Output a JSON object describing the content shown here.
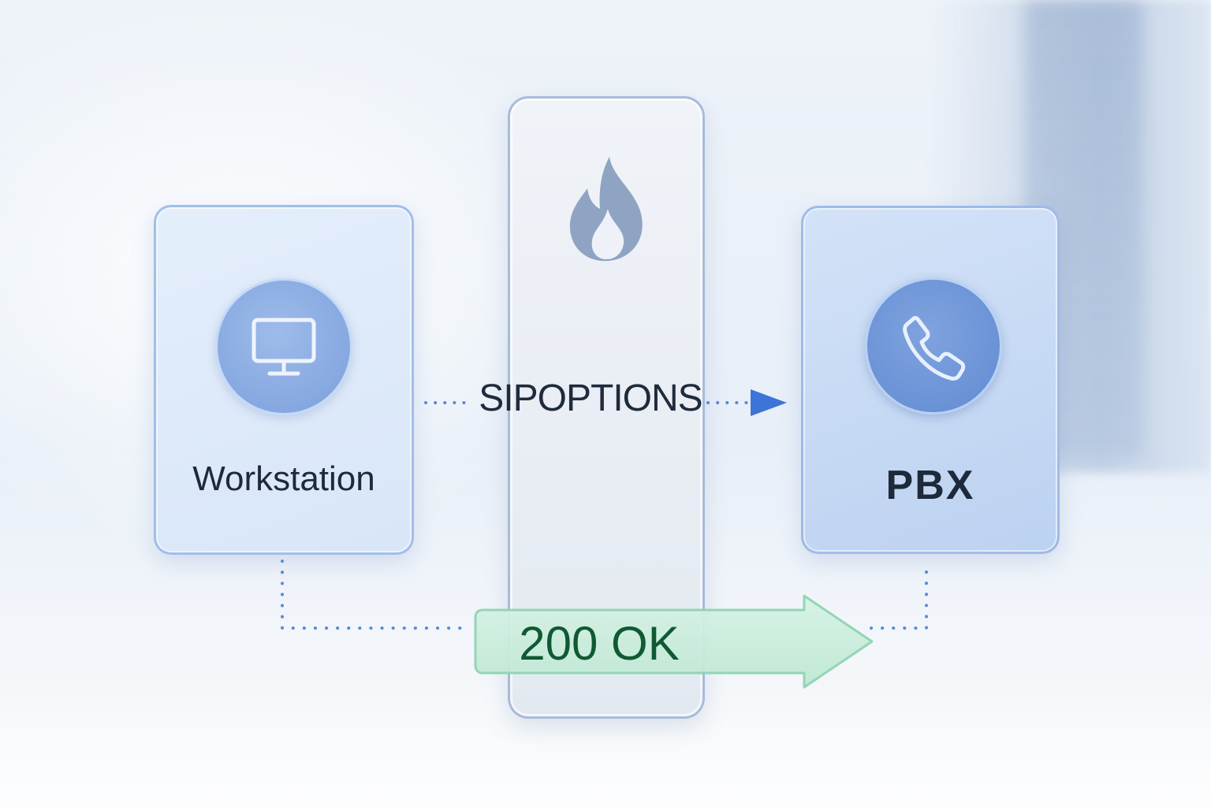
{
  "nodes": {
    "workstation": {
      "label": "Workstation",
      "icon": "monitor-icon"
    },
    "firewall": {
      "icon": "flame-icon"
    },
    "pbx": {
      "label": "PBX",
      "icon": "phone-icon"
    }
  },
  "messages": {
    "request": {
      "label": "SIPOPTIONS",
      "color": "#3d74d8"
    },
    "response": {
      "label": "200 OK",
      "color": "#1f7a47"
    }
  },
  "colors": {
    "card_border": "#96b6e6",
    "connector": "#5a8ad6",
    "ok_fill": "#c9ecdc",
    "text_dark": "#1e2a3b"
  }
}
